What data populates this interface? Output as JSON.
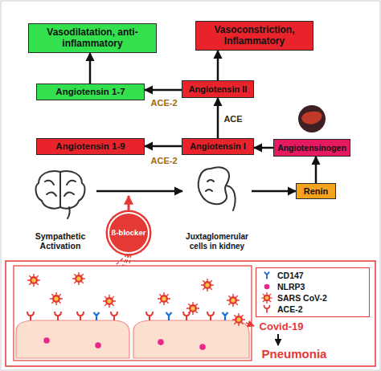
{
  "diagram": {
    "nodes": [
      {
        "text": [
          "Vasodilatation, anti-inflammatory"
        ]
      },
      {
        "text": [
          "Vasoconstriction, Inflammatory"
        ]
      },
      {
        "text": [
          "Angiotensin 1-7"
        ]
      },
      {
        "text": [
          "Angiotensin II"
        ]
      },
      {
        "text": [
          "Angiotensin 1-9"
        ]
      },
      {
        "text": [
          "Angiotensin I"
        ]
      },
      {
        "text": [
          "Angiotensinogen"
        ]
      },
      {
        "text": [
          "Sympathetic Activation"
        ]
      },
      {
        "text": [
          "Juxtaglomerular cells in kidney"
        ]
      },
      {
        "text": [
          "Renin"
        ]
      },
      {
        "text": [
          "ß-blocker"
        ]
      },
      {
        "text": [
          "Covid-19"
        ]
      },
      {
        "text": [
          "Pneumonia"
        ]
      }
    ],
    "edges": [
      {
        "from": 2,
        "to": 0,
        "arrow": "to"
      },
      {
        "from": 3,
        "to": 1,
        "arrow": "to"
      },
      {
        "from": 3,
        "to": 2,
        "label": "ACE-2",
        "arrow": "to"
      },
      {
        "from": 5,
        "to": 3,
        "label": "ACE",
        "arrow": "to"
      },
      {
        "from": 5,
        "to": 4,
        "label": "ACE-2",
        "arrow": "to"
      },
      {
        "from": 6,
        "to": 5,
        "arrow": "to"
      },
      {
        "from": 9,
        "to": 6,
        "arrow": "to"
      },
      {
        "from": 7,
        "to": 8,
        "arrow": "to"
      },
      {
        "from": 8,
        "to": 9,
        "arrow": "to"
      },
      {
        "from": 11,
        "to": 12,
        "arrow": "to"
      }
    ],
    "legend": [
      {
        "text": "CD147"
      },
      {
        "text": "NLRP3"
      },
      {
        "text": "SARS CoV-2"
      },
      {
        "text": "ACE-2"
      }
    ]
  }
}
